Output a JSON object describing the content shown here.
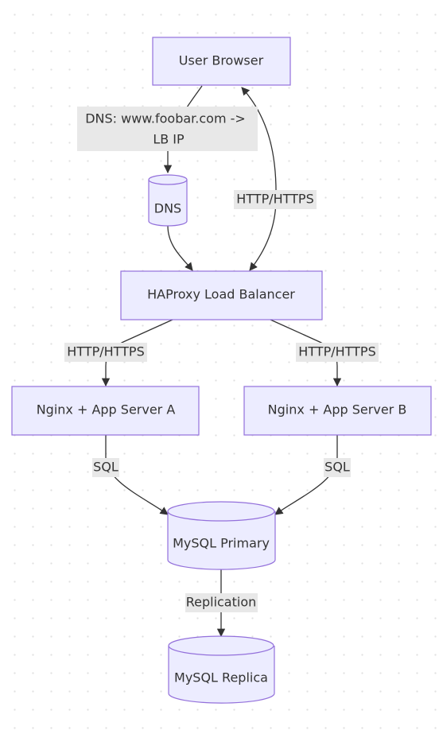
{
  "nodes": {
    "browser": "User Browser",
    "dns": "DNS",
    "lb": "HAProxy Load Balancer",
    "app_a": "Nginx + App Server A",
    "app_b": "Nginx + App Server B",
    "mysql_primary": "MySQL Primary",
    "mysql_replica": "MySQL Replica"
  },
  "edges": {
    "browser_dns_line1": "DNS: www.foobar.com ->",
    "browser_dns_line2": "LB IP",
    "browser_lb": "HTTP/HTTPS",
    "lb_app_a": "HTTP/HTTPS",
    "lb_app_b": "HTTP/HTTPS",
    "app_a_sql": "SQL",
    "app_b_sql": "SQL",
    "replication": "Replication"
  },
  "colors": {
    "node_fill": "#ECECFF",
    "node_stroke": "#9370DB",
    "edge_stroke": "#333333",
    "label_bg": "#e8e8e8"
  }
}
